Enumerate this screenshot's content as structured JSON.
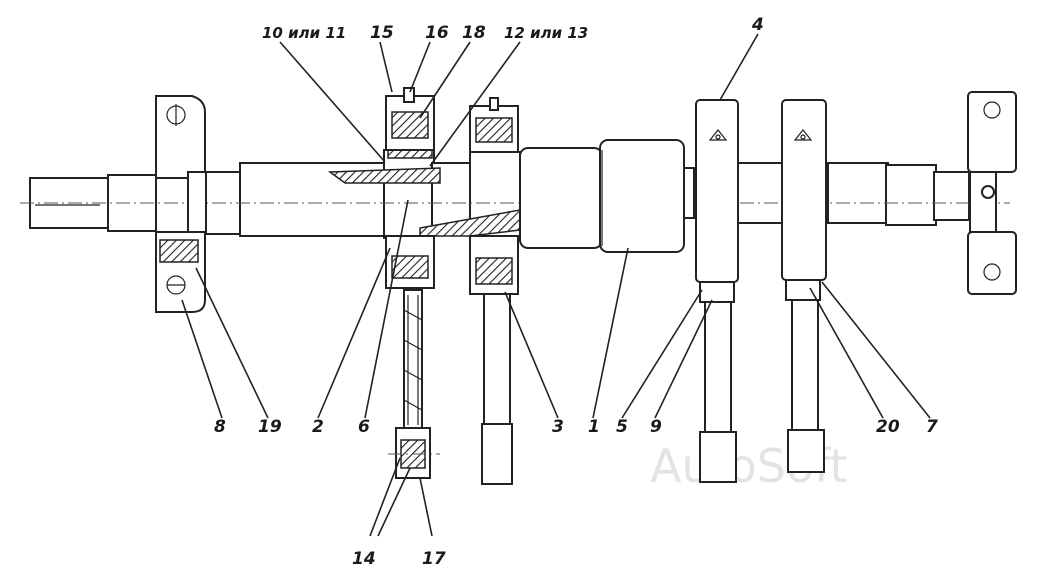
{
  "diagram": {
    "labels": {
      "l1": "1",
      "l2": "2",
      "l3": "3",
      "l4": "4",
      "l5": "5",
      "l6": "6",
      "l7": "7",
      "l8": "8",
      "l9": "9",
      "l10or11": "10 или 11",
      "l12or13": "12 или 13",
      "l14": "14",
      "l15": "15",
      "l16": "16",
      "l17": "17",
      "l18": "18",
      "l19": "19",
      "l20": "20"
    },
    "watermark": "AutoSoft"
  }
}
